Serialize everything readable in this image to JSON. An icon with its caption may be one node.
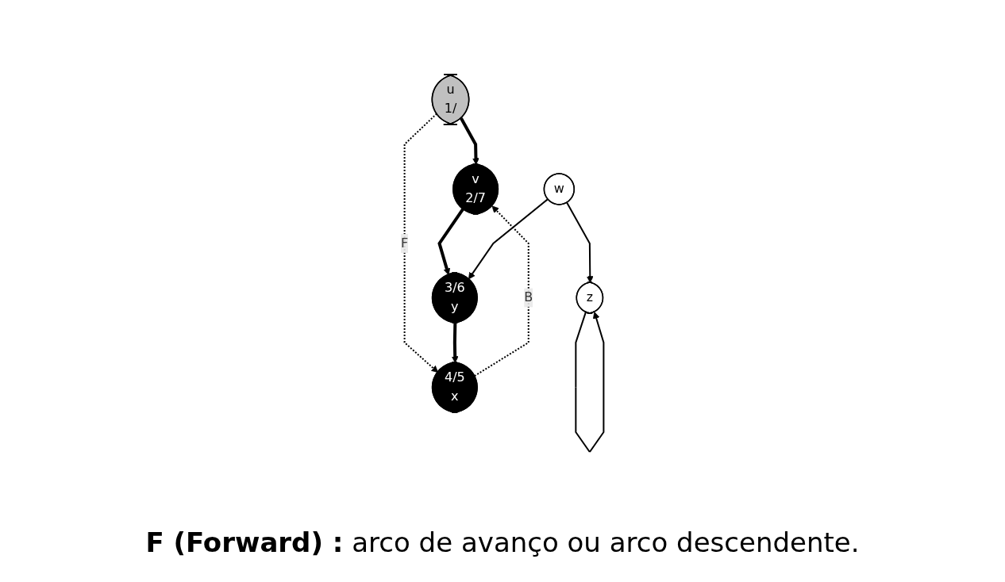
{
  "diagram": {
    "caption": "**F (Forward) :** arco de avanço ou arco descendente.",
    "nodes": [
      {
        "text": [
          "u",
          "1/"
        ]
      },
      {
        "text": [
          "v",
          "2/7"
        ]
      },
      {
        "text": [
          "w"
        ]
      },
      {
        "text": [
          "4/5",
          "x"
        ]
      },
      {
        "text": [
          "3/6",
          "y"
        ]
      },
      {
        "text": [
          "z"
        ]
      }
    ],
    "edges": [
      {
        "from": 0,
        "to": 1,
        "arrow": "to",
        "style": "thick"
      },
      {
        "from": 0,
        "to": 3,
        "arrow": "to",
        "style": "dashed",
        "label": "F"
      },
      {
        "from": 3,
        "to": 1,
        "arrow": "to",
        "style": "dashed",
        "label": "B"
      },
      {
        "from": 1,
        "to": 4,
        "arrow": "to",
        "style": "thick"
      },
      {
        "from": 2,
        "to": 4,
        "arrow": "to"
      },
      {
        "from": 2,
        "to": 5,
        "arrow": "to"
      },
      {
        "from": 4,
        "to": 3,
        "arrow": "to",
        "style": "thick"
      },
      {
        "from": 5,
        "to": 5,
        "arrow": "to"
      }
    ]
  }
}
